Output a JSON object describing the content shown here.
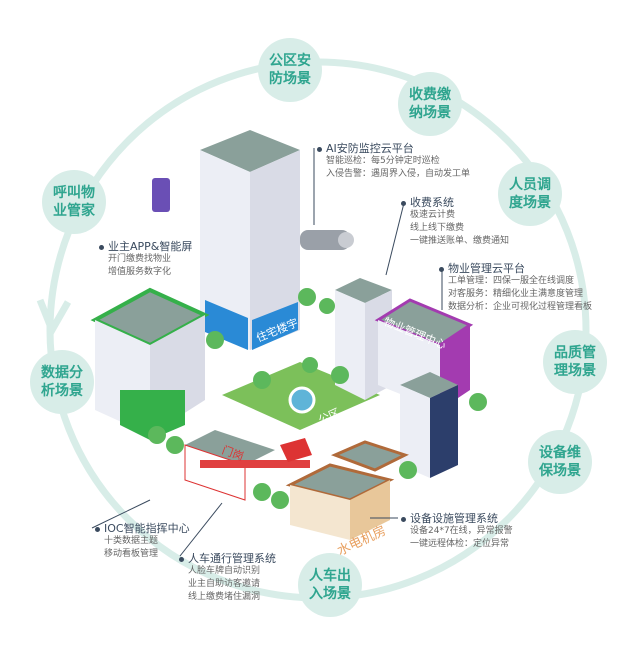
{
  "scenes": [
    "公区安防场景",
    "收费缴纳场景",
    "人员调度场景",
    "品质管理场景",
    "设备维保场景",
    "人车出入场景",
    "数据分析场景",
    "呼叫物业管家"
  ],
  "systems": [
    {
      "title": "AI安防监控云平台",
      "lines": [
        "智能巡检：每5分钟定时巡检",
        "入侵告警：遇周界入侵，自动发工单"
      ]
    },
    {
      "title": "收费系统",
      "lines": [
        "极速云计费",
        "线上线下缴费",
        "一键推送账单、缴费通知"
      ]
    },
    {
      "title": "物业管理云平台",
      "lines": [
        "工单管理：四保一服全在线调度",
        "对客服务：精细化业主满意度管理",
        "数据分析：企业可视化过程管理看板"
      ]
    },
    {
      "title": "业主APP&智能屏",
      "lines": [
        "开门缴费找物业",
        "增值服务数字化"
      ]
    },
    {
      "title": "IOC智能指挥中心",
      "lines": [
        "十类数据主题",
        "移动看板管理"
      ]
    },
    {
      "title": "人车通行管理系统",
      "lines": [
        "人脸车牌自动识别",
        "业主自助访客邀请",
        "线上缴费堵住漏洞"
      ]
    },
    {
      "title": "设备设施管理系统",
      "lines": [
        "设备24*7在线，异常报警",
        "一键远程体检：定位异常"
      ]
    }
  ],
  "buildings": {
    "residential": "住宅楼宇",
    "property_center": "物业管理中心",
    "public_area": "公区",
    "gate": "门岗",
    "utility_room": "水电机房"
  },
  "colors": {
    "scene_text": "#2fa58f",
    "scene_bg": "#d8ede8",
    "arc": "#d8ede8"
  }
}
